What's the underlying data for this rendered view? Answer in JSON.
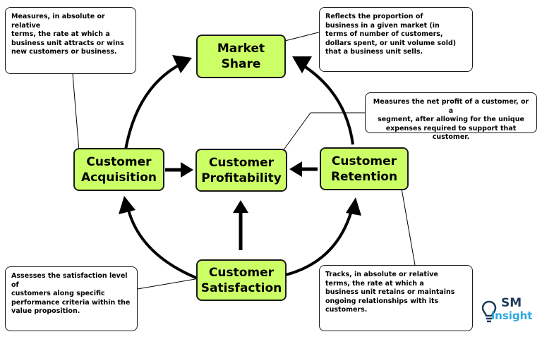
{
  "colors": {
    "node_fill": "#ccff66",
    "outline": "#1a1a1a",
    "logo_dark": "#1f3b57",
    "logo_blue": "#29a8e0"
  },
  "nodes": {
    "market_share": "Market\nShare",
    "customer_acquisition": "Customer\nAcquisition",
    "customer_profitability": "Customer\nProfitability",
    "customer_retention": "Customer\nRetention",
    "customer_satisfaction": "Customer\nSatisfaction"
  },
  "notes": {
    "acquisition": "Measures, in absolute or relative\nterms, the rate at which a\nbusiness unit attracts or wins\nnew customers or business.",
    "market_share": "Reflects the proportion of\nbusiness in a given market (in\nterms of number of customers,\ndollars spent, or unit volume sold)\nthat a business unit sells.",
    "profitability": "Measures the net profit of a customer, or a\nsegment, after allowing for the unique\nexpenses required to support that customer.",
    "satisfaction": "Assesses the satisfaction level of\ncustomers along specific\nperformance criteria within the\nvalue proposition.",
    "retention": "Tracks, in absolute or relative\nterms, the rate at which a\nbusiness unit retains or maintains\nongoing relationships with its\ncustomers."
  },
  "logo": {
    "line1": "SM",
    "line2": "insight"
  }
}
